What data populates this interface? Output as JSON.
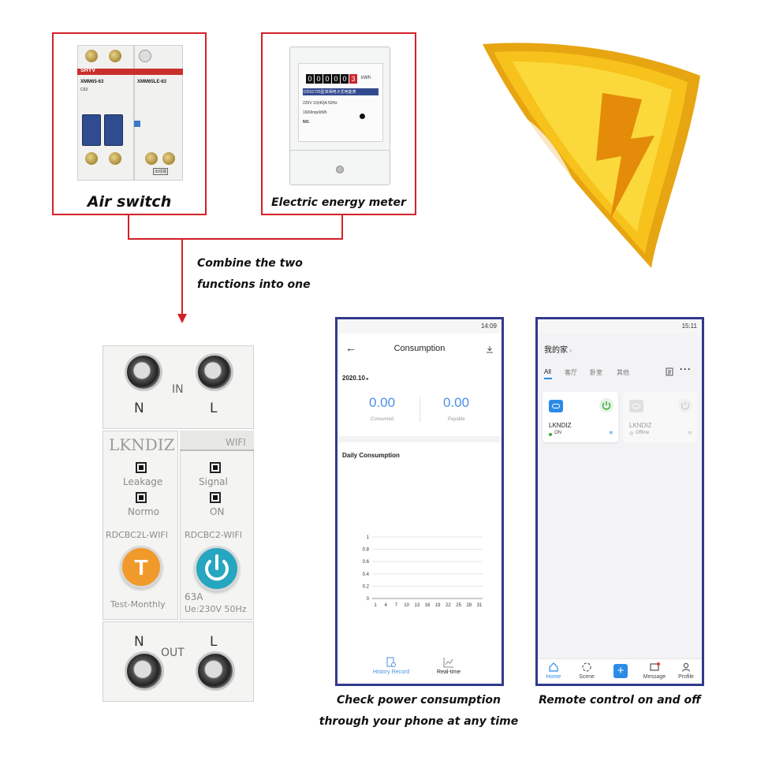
{
  "labels": {
    "air_switch": "Air switch",
    "energy_meter": "Electric energy meter",
    "combine_line1": "Combine the two",
    "combine_line2": "functions into one",
    "check_line1": "Check power consumption",
    "check_line2": "through your phone at any time",
    "remote": "Remote control on and off"
  },
  "air_switch_product": {
    "brand": "SHYV",
    "model_left": "XMM65-63",
    "model_right": "XMM65LE-63",
    "spec": "C63",
    "stamp": "出线端"
  },
  "meter": {
    "reading": [
      "0",
      "0",
      "0",
      "0",
      "0",
      "3"
    ],
    "unit": "kWh",
    "model": "DDS1725型单相电子式电能表",
    "spec": "220V  10(40)A  50Hz",
    "constant": "1600imp/kWh",
    "no_label": "NO."
  },
  "breaker": {
    "brand": "LKNDIZ",
    "wifi": "WIFI",
    "in_label": "IN",
    "out_label": "OUT",
    "n_top": "N",
    "l_top": "L",
    "n_bottom": "N",
    "l_bottom": "L",
    "leakage": "Leakage",
    "normo": "Normo",
    "signal": "Signal",
    "on": "ON",
    "model_left": "RDCBC2L-WIFI",
    "model_right": "RDCBC2-WIFI",
    "rating": "63A",
    "voltage": "Ue:230V 50Hz",
    "test": "Test-Monthly",
    "test_button_letter": "T",
    "colors": {
      "test_button": "#f09a2b",
      "power_button": "#26a6c0"
    }
  },
  "phone1": {
    "status_time": "14:09",
    "title": "Consumption",
    "period": "2020.10",
    "consumed_value": "0.00",
    "consumed_label": "Consumed",
    "payable_value": "0.00",
    "payable_label": "Payable",
    "daily_title": "Daily Consumption",
    "y_ticks": [
      "1",
      "0.8",
      "0.6",
      "0.4",
      "0.2",
      "0"
    ],
    "x_ticks": [
      "1",
      "4",
      "7",
      "10",
      "13",
      "16",
      "19",
      "22",
      "25",
      "28",
      "31"
    ],
    "tab_history": "History Record",
    "tab_realtime": "Real-time",
    "accent": "#4a90e2"
  },
  "phone2": {
    "status_time": "15:11",
    "home_title": "我的家",
    "rooms": [
      "All",
      "客厅",
      "卧室",
      "其他"
    ],
    "device1_name": "LKNDIZ",
    "device1_status": "ON",
    "device2_name": "LKNDIZ",
    "device2_status": "Offline",
    "tabs": [
      "Home",
      "Scene",
      "Message",
      "Profile"
    ],
    "accent": "#2b8be6",
    "power_color": "#3aa83a"
  },
  "logo": {
    "primary": "#f6c21b",
    "secondary": "#fbd93a",
    "dark": "#e7a511"
  }
}
